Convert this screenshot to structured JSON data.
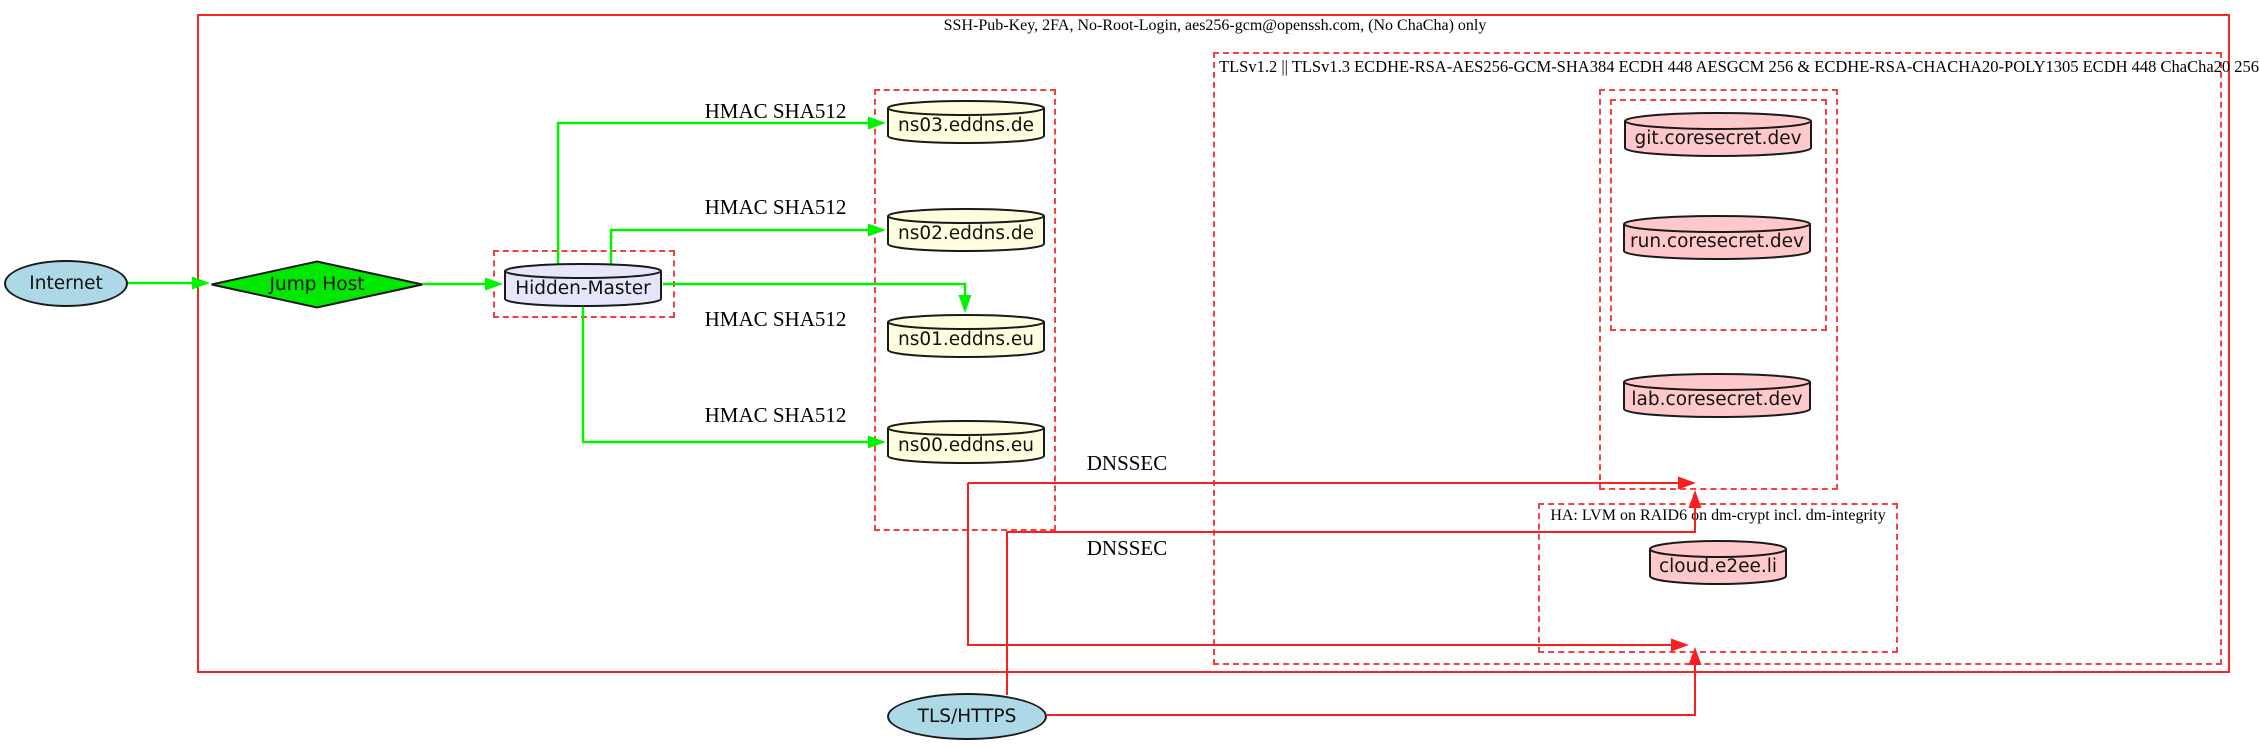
{
  "clusters": {
    "ssh": {
      "label": "SSH-Pub-Key, 2FA, No-Root-Login, aes256-gcm@openssh.com, (No ChaCha) only"
    },
    "tls": {
      "label": "TLSv1.2 || TLSv1.3 ECDHE-RSA-AES256-GCM-SHA384 ECDH 448 AESGCM 256 & ECDHE-RSA-CHACHA20-POLY1305 ECDH 448 ChaCha20 256"
    },
    "ha": {
      "label": "HA: LVM on RAID6 on dm-crypt incl. dm-integrity"
    }
  },
  "nodes": {
    "internet": {
      "label": "Internet",
      "shape": "ellipse",
      "fill": "#add8e6"
    },
    "jump_host": {
      "label": "Jump Host",
      "shape": "diamond",
      "fill": "#00e800"
    },
    "hidden_master": {
      "label": "Hidden-Master",
      "shape": "cylinder",
      "fill": "#e6e6fa"
    },
    "ns03": {
      "label": "ns03.eddns.de",
      "shape": "cylinder",
      "fill": "#ffffe0"
    },
    "ns02": {
      "label": "ns02.eddns.de",
      "shape": "cylinder",
      "fill": "#ffffe0"
    },
    "ns01": {
      "label": "ns01.eddns.eu",
      "shape": "cylinder",
      "fill": "#ffffe0"
    },
    "ns00": {
      "label": "ns00.eddns.eu",
      "shape": "cylinder",
      "fill": "#ffffe0"
    },
    "git": {
      "label": "git.coresecret.dev",
      "shape": "cylinder",
      "fill": "#ffc9cb"
    },
    "run": {
      "label": "run.coresecret.dev",
      "shape": "cylinder",
      "fill": "#ffc9cb"
    },
    "lab": {
      "label": "lab.coresecret.dev",
      "shape": "cylinder",
      "fill": "#ffc9cb"
    },
    "cloud": {
      "label": "cloud.e2ee.li",
      "shape": "cylinder",
      "fill": "#ffc9cb"
    },
    "tls_https": {
      "label": "TLS/HTTPS",
      "shape": "ellipse",
      "fill": "#add8e6"
    }
  },
  "edge_labels": {
    "hmac_ns03": "HMAC SHA512",
    "hmac_ns02": "HMAC SHA512",
    "hmac_ns01": "HMAC SHA512",
    "hmac_ns00": "HMAC SHA512",
    "dnssec_a": "DNSSEC",
    "dnssec_b": "DNSSEC"
  },
  "colors": {
    "edge_green": "#00f400",
    "edge_red": "#f71f1f",
    "cluster_solid_border": "#f62626",
    "cluster_dashed_border": "#f94040",
    "dns_cylinder_fill": "#ffffe0",
    "secret_cylinder_fill": "#ffc9cb",
    "master_cylinder_fill": "#e6e6fa",
    "endpoint_ellipse_fill": "#add8e6",
    "diamond_fill": "#00e800",
    "node_border": "#1a1a1a"
  }
}
